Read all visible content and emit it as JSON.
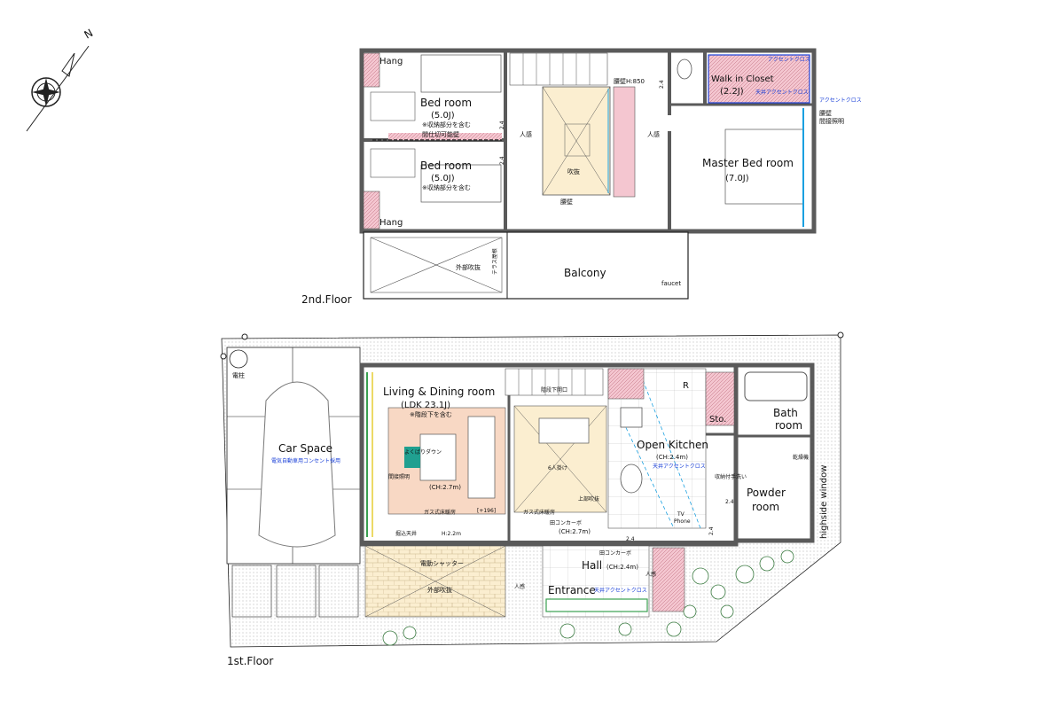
{
  "floors": {
    "second": {
      "label": "2nd.Floor",
      "rooms": {
        "hang_top": "Hang",
        "hang_bottom": "Hang",
        "bedroom1_name": "Bed room",
        "bedroom1_size": "(5.0J)",
        "bedroom1_note": "※収納部分を含む",
        "partition_note": "間仕切可能壁",
        "bedroom2_name": "Bed room",
        "bedroom2_size": "(5.0J)",
        "bedroom2_note": "※収納部分を含む",
        "void_label": "吹抜",
        "railing_label": "腰壁H:850",
        "walkin_name": "Walk in Closet",
        "walkin_size": "(2.2J)",
        "walkin_ceiling": "天井アクセントクロス",
        "walkin_accent": "アクセントクロス",
        "master_accent": "アクセントクロス",
        "master_name": "Master Bed room",
        "master_size": "(7.0J)",
        "master_note1": "腰壁",
        "master_note2": "間接照明",
        "outer_void": "外部吹抜",
        "balcony": "Balcony",
        "faucet": "faucet",
        "terrace_note": "テラス屋根",
        "koshikabe": "腰壁",
        "jinkan_left": "人感",
        "jinkan_right": "人感",
        "dim_a": "2.4",
        "dim_b": "2.4",
        "dim_c": "2.4"
      }
    },
    "first": {
      "label": "1st.Floor",
      "rooms": {
        "pole": "電柱",
        "car_space": "Car Space",
        "car_note": "電気自動車用コンセント採用",
        "ldk_name": "Living & Dining room",
        "ldk_size": "(LDK 23.1J)",
        "ldk_note": "※階段下を含む",
        "ldk_ch": "(CH:2.7m)",
        "ldk_lighting": "間接照明",
        "gas_heat1": "ガス式床暖房",
        "gas_heat2": "ガス式床暖房",
        "dining_ch": "(CH:2.7m)",
        "six_seats": "6人掛け",
        "upper_void": "上部吹抜",
        "open_kitchen": "Open Kitchen",
        "kitchen_ch": "(CH:2.4m)",
        "kitchen_ceiling": "天井アクセントクロス",
        "sto": "Sto.",
        "bath": "Bath",
        "bath2": "room",
        "powder": "Powder",
        "powder2": "room",
        "hall": "Hall",
        "hall_ch": "(CH:2.4m)",
        "entrance": "Entrance",
        "entrance_ceiling": "天井アクセントクロス",
        "shutter": "電動シャッター",
        "outer_void": "外部吹抜",
        "downlight": "よくばりダウン",
        "stair_under": "階段下開口",
        "highside": "highside window",
        "counter1": "田コンカーボ",
        "counter2": "田コンカーボ",
        "ceiling_h": "H:2.2m",
        "tv": "TV",
        "phone": "Phone",
        "plus196": "[+196]",
        "embed_ceiling": "掘込天井",
        "jinkan1": "人感",
        "jinkan2": "人感",
        "sink_note": "収納付手洗い",
        "dryer": "乾燥機",
        "dim1": "2.4",
        "dim2": "2.4",
        "dim3": "2.4",
        "r_mark": "R"
      }
    }
  },
  "colors": {
    "wall": "#5a5a5a",
    "pink": "#f4c6d0",
    "peach": "#f8d8c4",
    "cream": "#fbeed0",
    "green": "#3aa050",
    "blue": "#1a40d8",
    "cyan": "#1aa0e0"
  }
}
